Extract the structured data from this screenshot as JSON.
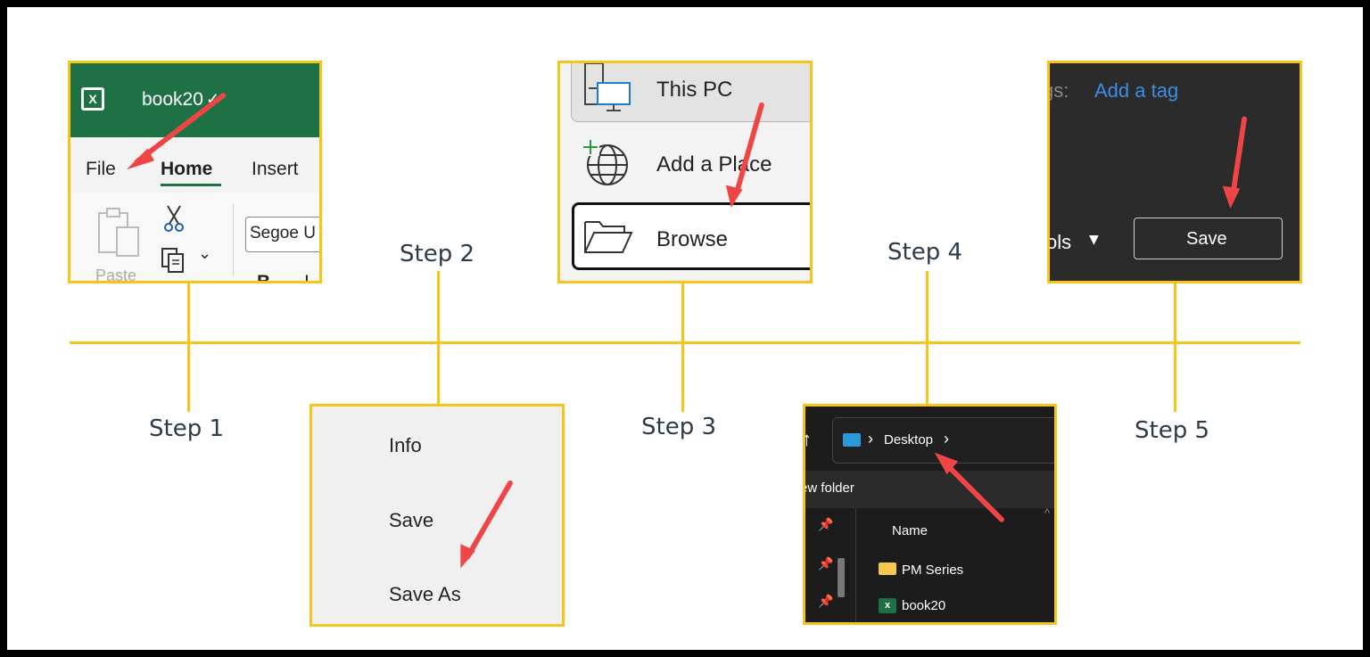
{
  "colors": {
    "accent": "#f5c518",
    "arrow": "#f04545",
    "excel_green": "#1e7145"
  },
  "steps": [
    "Step 1",
    "Step 2",
    "Step 3",
    "Step 4",
    "Step 5"
  ],
  "panel1": {
    "workbook": "book20",
    "check": "✓",
    "tab_file": "File",
    "tab_home": "Home",
    "tab_insert": "Insert",
    "font_box": "Segoe U",
    "paste_label": "Paste",
    "bold_partial": "B",
    "italic_partial": "I",
    "chevron": "⌄"
  },
  "panel2": {
    "items": [
      "Info",
      "Save",
      "Save As"
    ]
  },
  "panel3": {
    "items": [
      "This PC",
      "Add a Place",
      "Browse"
    ]
  },
  "panel4": {
    "up_arrow": "↑",
    "crumb_sep": "›",
    "crumb_location": "Desktop",
    "new_folder": "ew folder",
    "column_name": "Name",
    "files": [
      "PM Series",
      "book20"
    ]
  },
  "panel5": {
    "tags_label": "gs:",
    "add_tag": "Add a tag",
    "tools_partial": "ols",
    "dropdown_glyph": "▼",
    "save_button": "Save"
  }
}
